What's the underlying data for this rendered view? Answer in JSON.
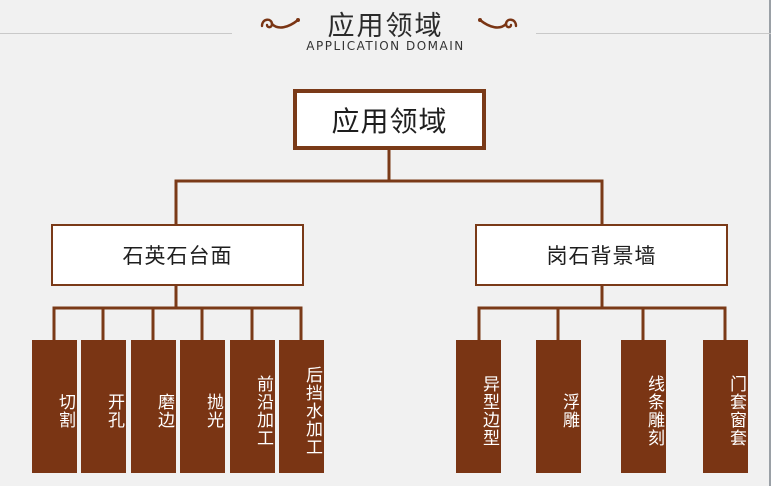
{
  "header": {
    "title": "应用领域",
    "subtitle": "APPLICATION DOMAIN"
  },
  "colors": {
    "accent": "#7a3514",
    "line": "#7a3a18",
    "background": "#f1f1f1"
  },
  "icons": {
    "left": "swirl-ornament-icon",
    "right": "swirl-ornament-icon"
  },
  "diagram": {
    "root": "应用领域",
    "branches": [
      {
        "label": "石英石台面",
        "leaves": [
          "切割",
          "开孔",
          "磨边",
          "抛光",
          "前沿加工",
          "后挡水加工"
        ]
      },
      {
        "label": "岗石背景墙",
        "leaves": [
          "异型边型",
          "浮雕",
          "线条雕刻",
          "门套窗套"
        ]
      }
    ]
  }
}
